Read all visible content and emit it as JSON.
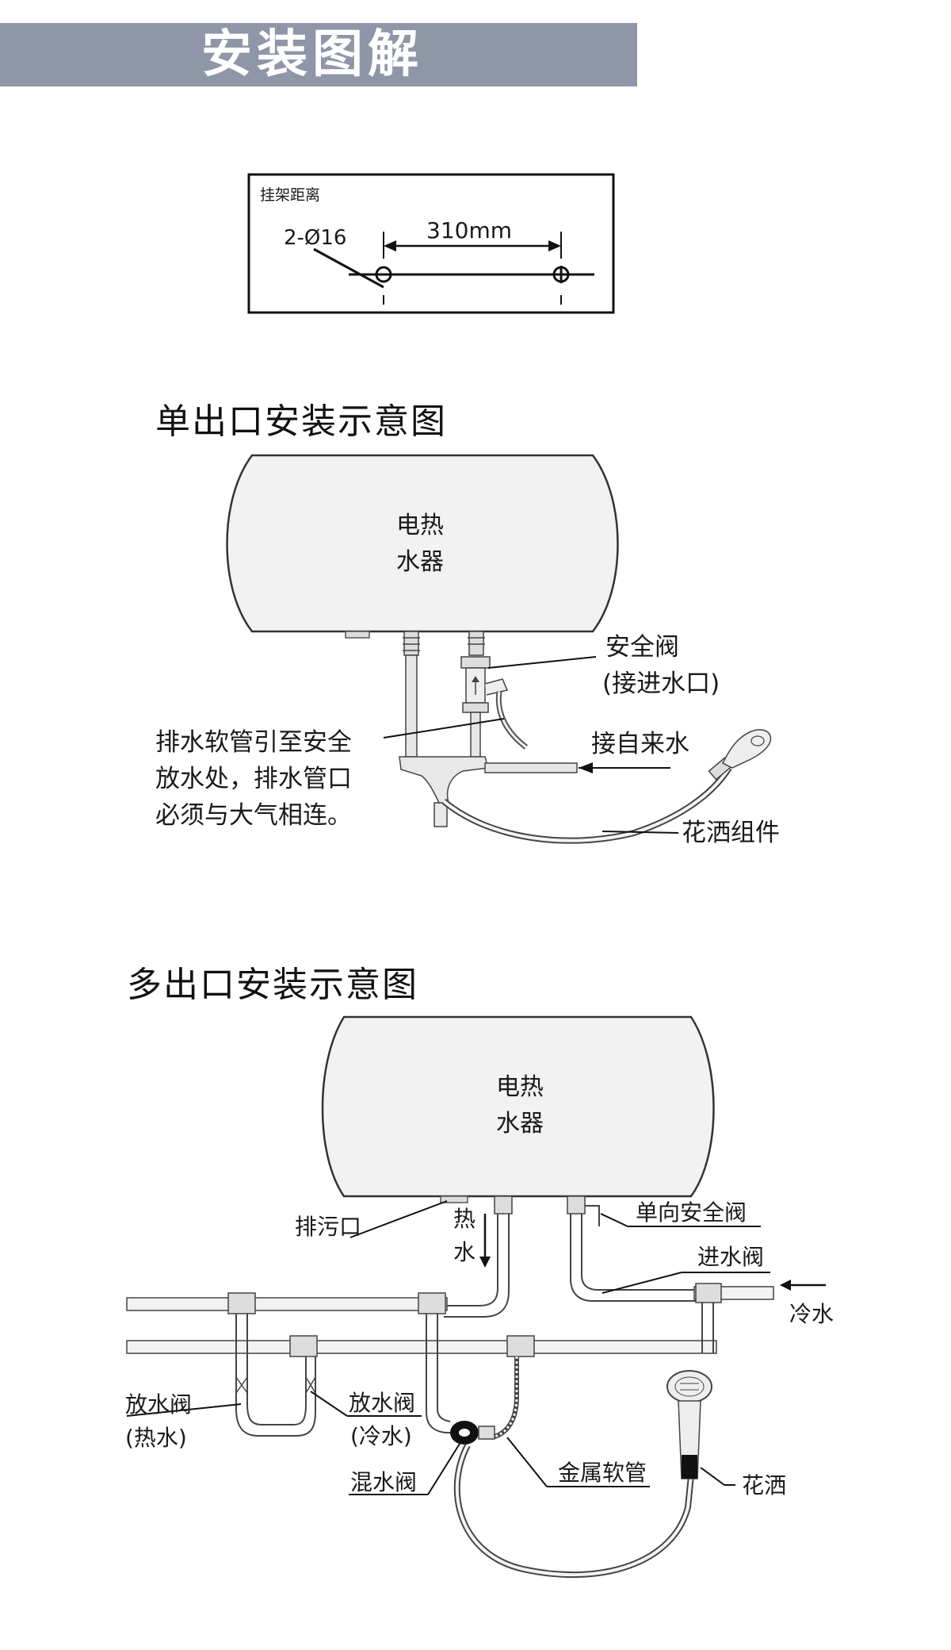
{
  "header": {
    "title": "安装图解"
  },
  "bracket": {
    "label": "挂架距离",
    "hole_spec": "2-Ø16",
    "distance": "310mm"
  },
  "single": {
    "title": "单出口安装示意图",
    "heater_line1": "电热",
    "heater_line2": "水器",
    "safety_valve": "安全阀",
    "inlet_note": "(接进水口)",
    "tap_water": "接自来水",
    "drain_line1": "排水软管引至安全",
    "drain_line2": "放水处，排水管口",
    "drain_line3": "必须与大气相连。",
    "shower_kit": "花洒组件"
  },
  "multi": {
    "title": "多出口安装示意图",
    "heater_line1": "电热",
    "heater_line2": "水器",
    "drain_outlet": "排污口",
    "hot_water_1": "热",
    "hot_water_2": "水",
    "check_valve": "单向安全阀",
    "inlet_valve": "进水阀",
    "cold_water": "冷水",
    "drain_valve_hot_1": "放水阀",
    "drain_valve_hot_2": "(热水)",
    "drain_valve_cold_1": "放水阀",
    "drain_valve_cold_2": "(冷水)",
    "mixer_valve": "混水阀",
    "metal_hose": "金属软管",
    "shower": "花洒"
  }
}
